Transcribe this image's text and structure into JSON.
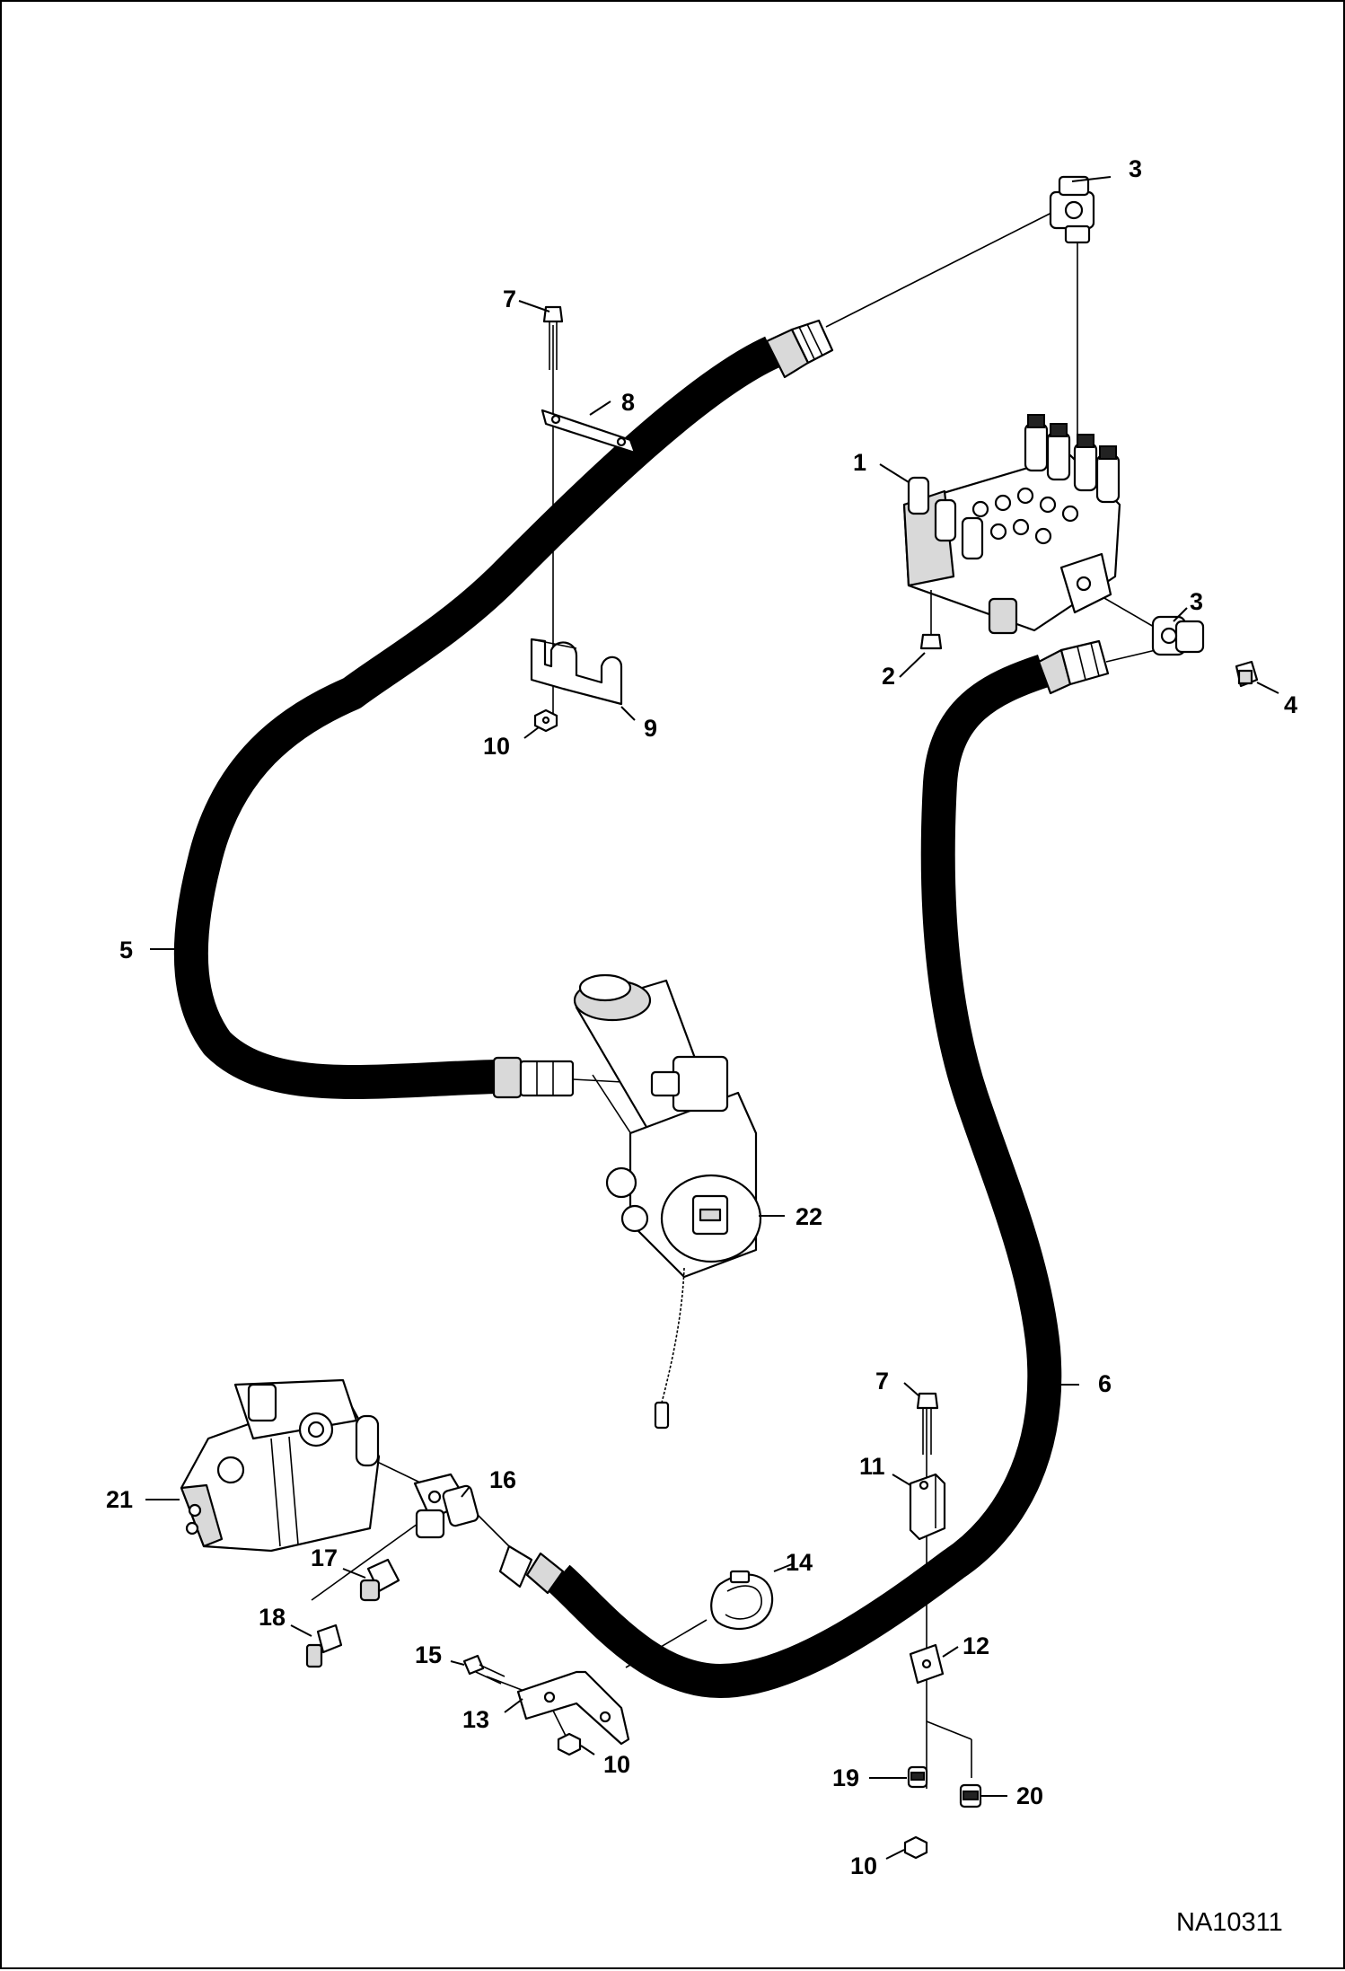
{
  "diagram": {
    "drawing_code": "NA10311",
    "callouts": {
      "c1": "1",
      "c2": "2",
      "c3a": "3",
      "c3b": "3",
      "c4": "4",
      "c5": "5",
      "c6": "6",
      "c7a": "7",
      "c7b": "7",
      "c8": "8",
      "c9": "9",
      "c10a": "10",
      "c10b": "10",
      "c10c": "10",
      "c11": "11",
      "c12": "12",
      "c13": "13",
      "c14": "14",
      "c15": "15",
      "c16": "16",
      "c17": "17",
      "c18": "18",
      "c19": "19",
      "c20": "20",
      "c21": "21",
      "c22": "22"
    }
  }
}
